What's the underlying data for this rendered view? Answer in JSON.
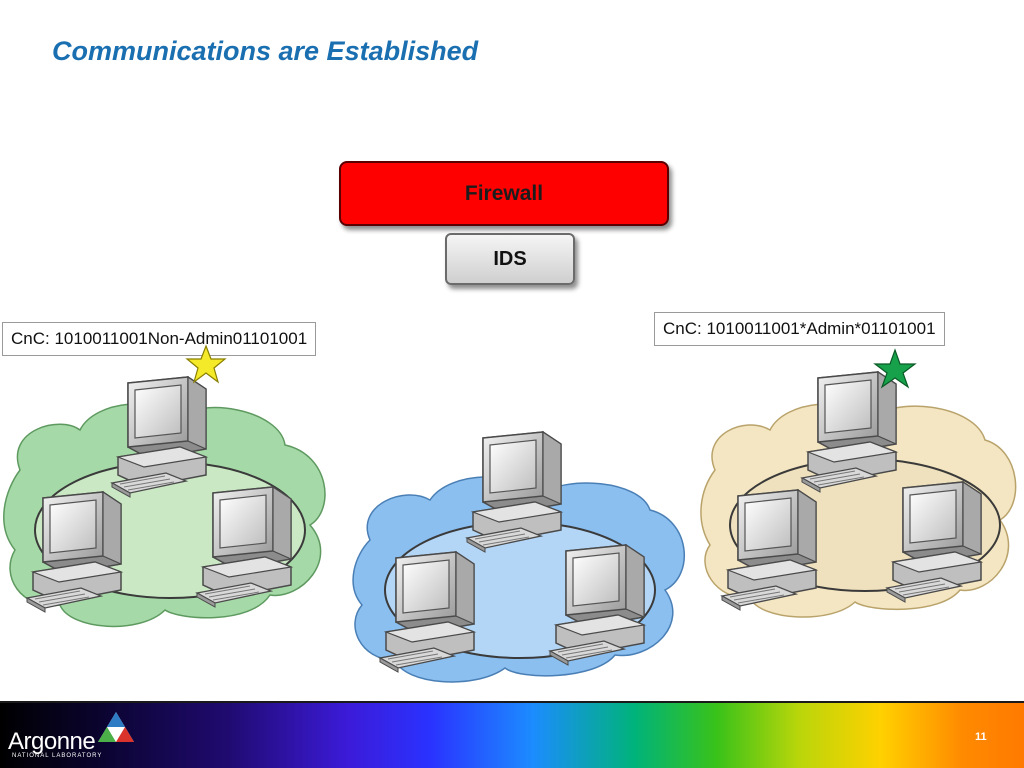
{
  "slide": {
    "title": "Communications are Established",
    "page_number": "11"
  },
  "devices": {
    "firewall_label": "Firewall",
    "ids_label": "IDS"
  },
  "labels": {
    "left_cnc": "CnC: 1010011001Non-Admin01101001",
    "right_cnc": "CnC: 1010011001*Admin*01101001"
  },
  "networks": [
    {
      "name": "left-network",
      "cloud_color": "#a6d9a8",
      "disk_color": "#c9e8c3"
    },
    {
      "name": "center-network",
      "cloud_color": "#8bbff0",
      "disk_color": "#b4d6f6"
    },
    {
      "name": "right-network",
      "cloud_color": "#f4e6c2",
      "disk_color": "#efe1bd"
    }
  ],
  "markers": {
    "left_star_color": "#f4ea2a",
    "right_star_color": "#17a14a"
  },
  "footer": {
    "logo_text": "Argonne",
    "logo_subtext": "NATIONAL LABORATORY"
  }
}
